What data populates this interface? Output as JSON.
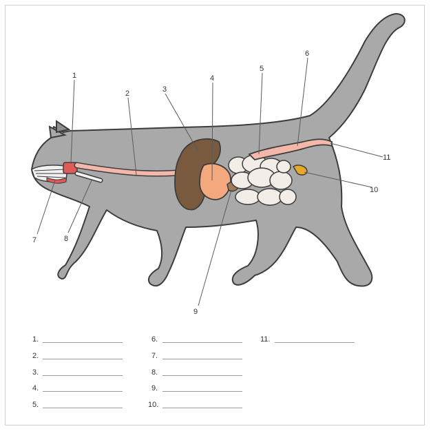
{
  "diagram": {
    "callouts": [
      "1",
      "2",
      "3",
      "4",
      "5",
      "6",
      "7",
      "8",
      "9",
      "10",
      "11"
    ]
  },
  "worksheet": {
    "column1": [
      "1.",
      "2.",
      "3.",
      "4.",
      "5."
    ],
    "column2": [
      "6.",
      "7.",
      "8.",
      "9.",
      "10."
    ],
    "column3": [
      "11."
    ]
  },
  "colors": {
    "body": "#a9a9a9",
    "outline": "#3c3c3c",
    "esophagus": "#f4b7a9",
    "liver": "#7a5a3e",
    "stomach": "#f3a97d",
    "intestine": "#f3ede8",
    "gallbladder": "#e6a92a",
    "mouth": "#e05a5a"
  }
}
